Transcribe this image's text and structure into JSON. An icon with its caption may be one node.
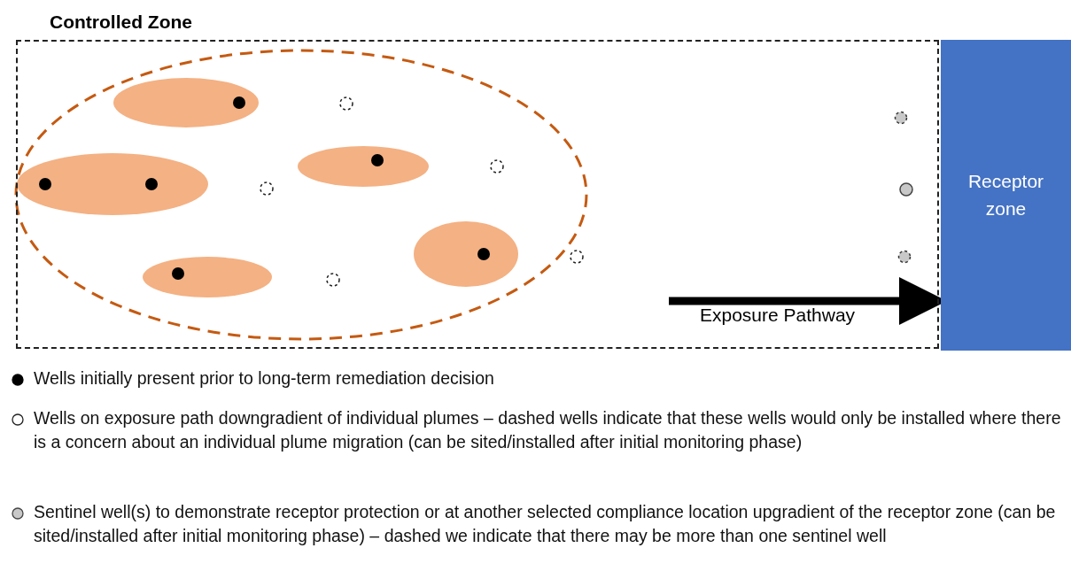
{
  "diagram": {
    "nodes": [
      {
        "text": [
          "Controlled Zone"
        ]
      },
      {
        "text": [
          "Receptor zone"
        ]
      }
    ],
    "labels": [
      "Exposure Pathway"
    ],
    "legend": [
      {
        "text": "Wells initially present prior to long-term remediation decision"
      },
      {
        "text": "Wells on exposure path downgradient of individual plumes – dashed wells indicate that these wells would only be installed where there is a concern about an individual plume migration (can be sited/installed after initial monitoring phase)"
      },
      {
        "text": "Sentinel well(s) to demonstrate receptor protection or at another selected compliance location upgradient of the receptor zone (can be sited/installed after initial monitoring phase) – dashed we indicate that there may be more than one sentinel well"
      }
    ]
  }
}
